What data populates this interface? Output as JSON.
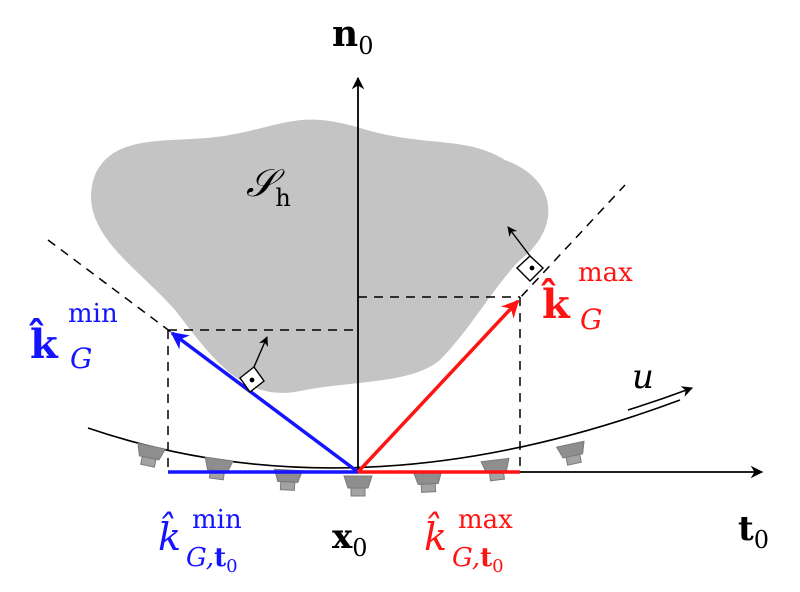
{
  "colors": {
    "blob": "#c4c4c4",
    "min": "#1414ff",
    "max": "#ff1414",
    "axis": "#000000",
    "transducer": "#8e8e8e"
  },
  "labels": {
    "n0": {
      "main": "n",
      "sub": "0"
    },
    "t0": {
      "main": "t",
      "sub": "0"
    },
    "x0": {
      "main": "x",
      "sub": "0"
    },
    "surface": {
      "main": "𝒮",
      "sub": "h"
    },
    "u": "u",
    "k_min": {
      "main": "k̂",
      "sub": "G",
      "sup": "min"
    },
    "k_max": {
      "main": "k̂",
      "sub": "G",
      "sup": "max"
    },
    "k_min_t": {
      "main": "k̂",
      "sub": "G,",
      "subbold": "t",
      "subsub": "0",
      "sup": "min"
    },
    "k_max_t": {
      "main": "k̂",
      "sub": "G,",
      "subbold": "t",
      "subsub": "0",
      "sup": "max"
    }
  }
}
